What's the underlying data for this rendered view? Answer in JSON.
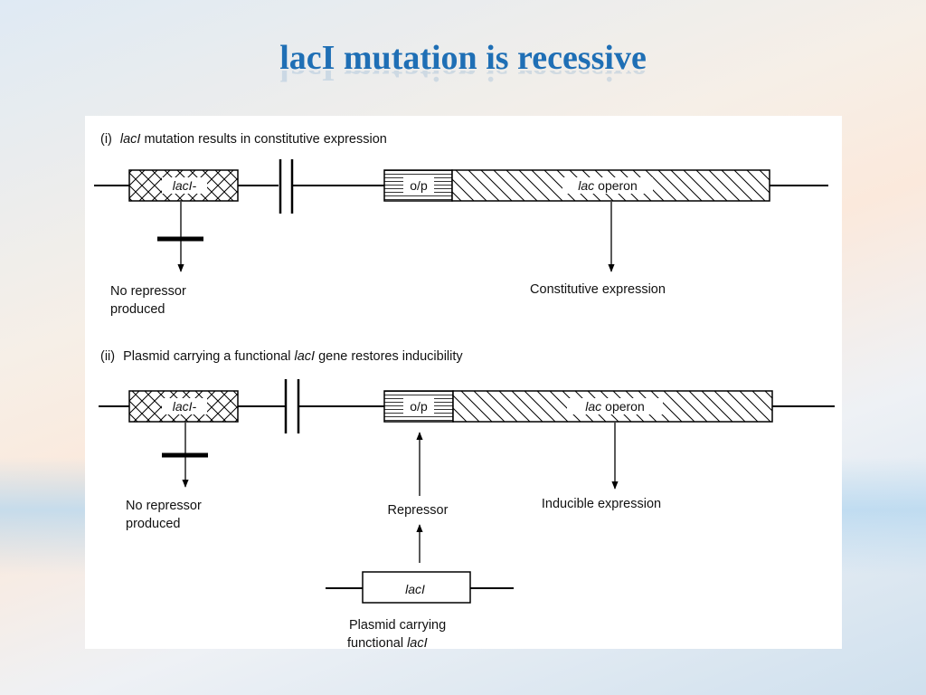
{
  "slide": {
    "title": "lacI mutation is recessive"
  },
  "section_i": {
    "heading_num": "(i)",
    "heading_gene": "lacI",
    "heading_rest": "mutation  results in constitutive expression",
    "laci_label": "lacI-",
    "op_label": "o/p",
    "operon_gene": "lac",
    "operon_word": "operon",
    "no_repressor_line1": "No  repressor",
    "no_repressor_line2": "produced",
    "expression_label": "Constitutive  expression"
  },
  "section_ii": {
    "heading_num": "(ii)",
    "heading_pre": "Plasmid  carrying a functional",
    "heading_gene": "lacI",
    "heading_post": "gene restores inducibility",
    "laci_label": "lacI-",
    "op_label": "o/p",
    "operon_gene": "lac",
    "operon_word": "operon",
    "no_repressor_line1": "No  repressor",
    "no_repressor_line2": "produced",
    "repressor_label": "Repressor",
    "expression_label": "Inducible  expression",
    "plasmid_gene_label": "lacI",
    "plasmid_line1": "Plasmid carrying",
    "plasmid_line2_pre": "functional",
    "plasmid_line2_gene": "lacI"
  }
}
